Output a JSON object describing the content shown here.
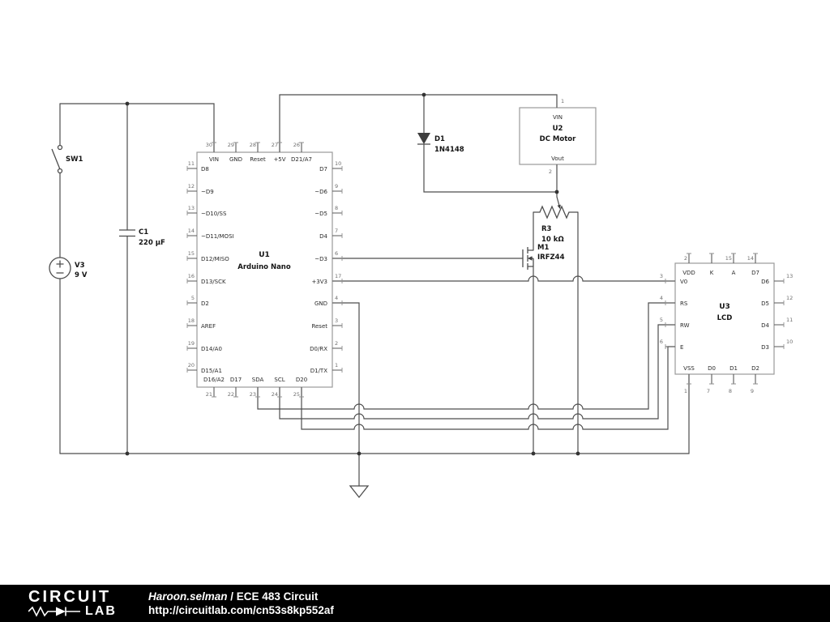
{
  "schematic": {
    "sw1": {
      "ref": "SW1"
    },
    "v3": {
      "ref": "V3",
      "value": "9 V"
    },
    "c1": {
      "ref": "C1",
      "value": "220 µF"
    },
    "d1": {
      "ref": "D1",
      "value": "1N4148"
    },
    "u2": {
      "ref": "U2",
      "name": "DC Motor",
      "pin1": {
        "num": "1",
        "label": "VIN"
      },
      "pin2": {
        "num": "2",
        "label": "Vout"
      }
    },
    "r3": {
      "ref": "R3",
      "value": "10 kΩ"
    },
    "m1": {
      "ref": "M1",
      "value": "IRFZ44"
    },
    "u1": {
      "ref": "U1",
      "name": "Arduino Nano",
      "top_pins": [
        {
          "num": "30",
          "label": "VIN"
        },
        {
          "num": "29",
          "label": "GND"
        },
        {
          "num": "28",
          "label": "Reset"
        },
        {
          "num": "27",
          "label": "+5V"
        },
        {
          "num": "26",
          "label": "D21/A7"
        }
      ],
      "left_pins": [
        {
          "num": "11",
          "label": "D8"
        },
        {
          "num": "12",
          "label": "~D9"
        },
        {
          "num": "13",
          "label": "~D10/SS"
        },
        {
          "num": "14",
          "label": "~D11/MOSI"
        },
        {
          "num": "15",
          "label": "D12/MISO"
        },
        {
          "num": "16",
          "label": "D13/SCK"
        },
        {
          "num": "5",
          "label": "D2"
        },
        {
          "num": "18",
          "label": "AREF"
        },
        {
          "num": "19",
          "label": "D14/A0"
        },
        {
          "num": "20",
          "label": "D15/A1"
        }
      ],
      "right_pins": [
        {
          "num": "10",
          "label": "D7"
        },
        {
          "num": "9",
          "label": "~D6"
        },
        {
          "num": "8",
          "label": "~D5"
        },
        {
          "num": "7",
          "label": "D4"
        },
        {
          "num": "6",
          "label": "~D3"
        },
        {
          "num": "17",
          "label": "+3V3"
        },
        {
          "num": "4",
          "label": "GND"
        },
        {
          "num": "3",
          "label": "Reset"
        },
        {
          "num": "2",
          "label": "D0/RX"
        },
        {
          "num": "1",
          "label": "D1/TX"
        }
      ],
      "bottom_pins": [
        {
          "num": "21",
          "label": "D16/A2"
        },
        {
          "num": "22",
          "label": "D17"
        },
        {
          "num": "23",
          "label": "SDA"
        },
        {
          "num": "24",
          "label": "SCL"
        },
        {
          "num": "25",
          "label": "D20"
        }
      ]
    },
    "u3": {
      "ref": "U3",
      "name": "LCD",
      "top_pins": [
        {
          "num": "2",
          "label": "VDD"
        },
        {
          "num": "",
          "label": "K"
        },
        {
          "num": "15",
          "label": "A"
        },
        {
          "num": "14",
          "label": "D7"
        }
      ],
      "left_pins": [
        {
          "num": "3",
          "label": "V0"
        },
        {
          "num": "4",
          "label": "RS"
        },
        {
          "num": "5",
          "label": "RW"
        },
        {
          "num": "6",
          "label": "E"
        }
      ],
      "right_pins": [
        {
          "num": "13",
          "label": "D6"
        },
        {
          "num": "12",
          "label": "D5"
        },
        {
          "num": "11",
          "label": "D4"
        },
        {
          "num": "10",
          "label": "D3"
        }
      ],
      "bottom_pins": [
        {
          "num": "1",
          "label": "VSS"
        },
        {
          "num": "7",
          "label": "D0"
        },
        {
          "num": "8",
          "label": "D1"
        },
        {
          "num": "9",
          "label": "D2"
        }
      ]
    }
  },
  "footer": {
    "brand_top": "CIRCUIT",
    "brand_bottom": "LAB",
    "author": "Haroon.selman",
    "separator": " / ",
    "circuit_title": "ECE 483 Circuit",
    "url": "http://circuitlab.com/cn53s8kp552af"
  }
}
